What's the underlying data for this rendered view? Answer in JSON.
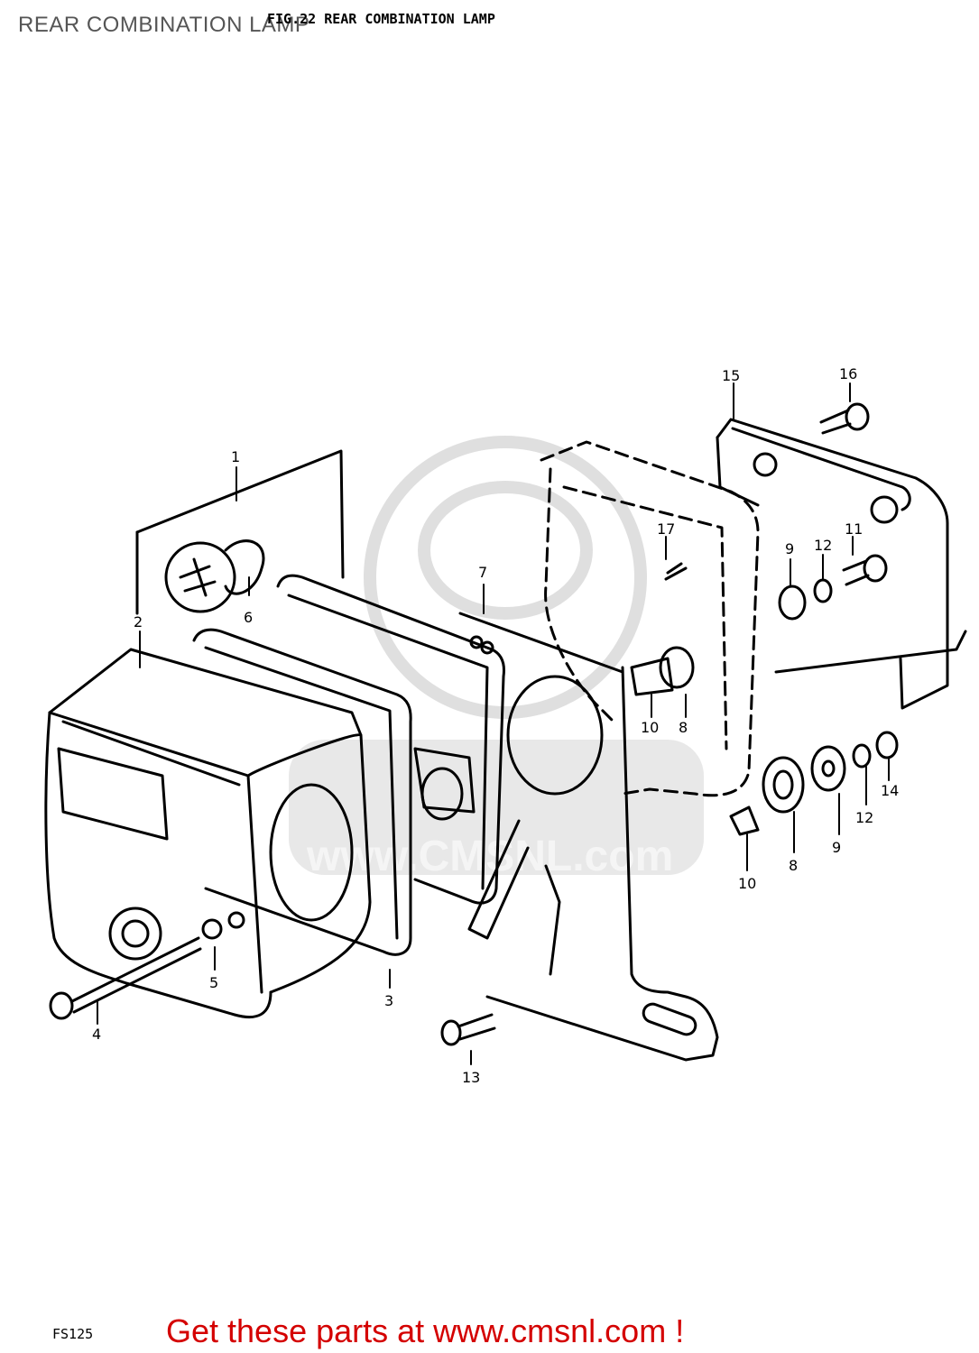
{
  "header": {
    "page_title": "REAR COMBINATION LAMP",
    "figure_title": "FIG.22 REAR COMBINATION LAMP"
  },
  "diagram": {
    "callouts": [
      "1",
      "2",
      "3",
      "4",
      "5",
      "6",
      "7",
      "8",
      "9",
      "10",
      "11",
      "12",
      "13",
      "14",
      "15",
      "16",
      "17"
    ],
    "watermark": "www.CMSNL.com"
  },
  "footer": {
    "link_text": "Get these parts at www.cmsnl.com !",
    "model_code": "FS125"
  },
  "colors": {
    "link": "#d40000",
    "title": "#555555",
    "watermark": "#d9d9d9"
  }
}
